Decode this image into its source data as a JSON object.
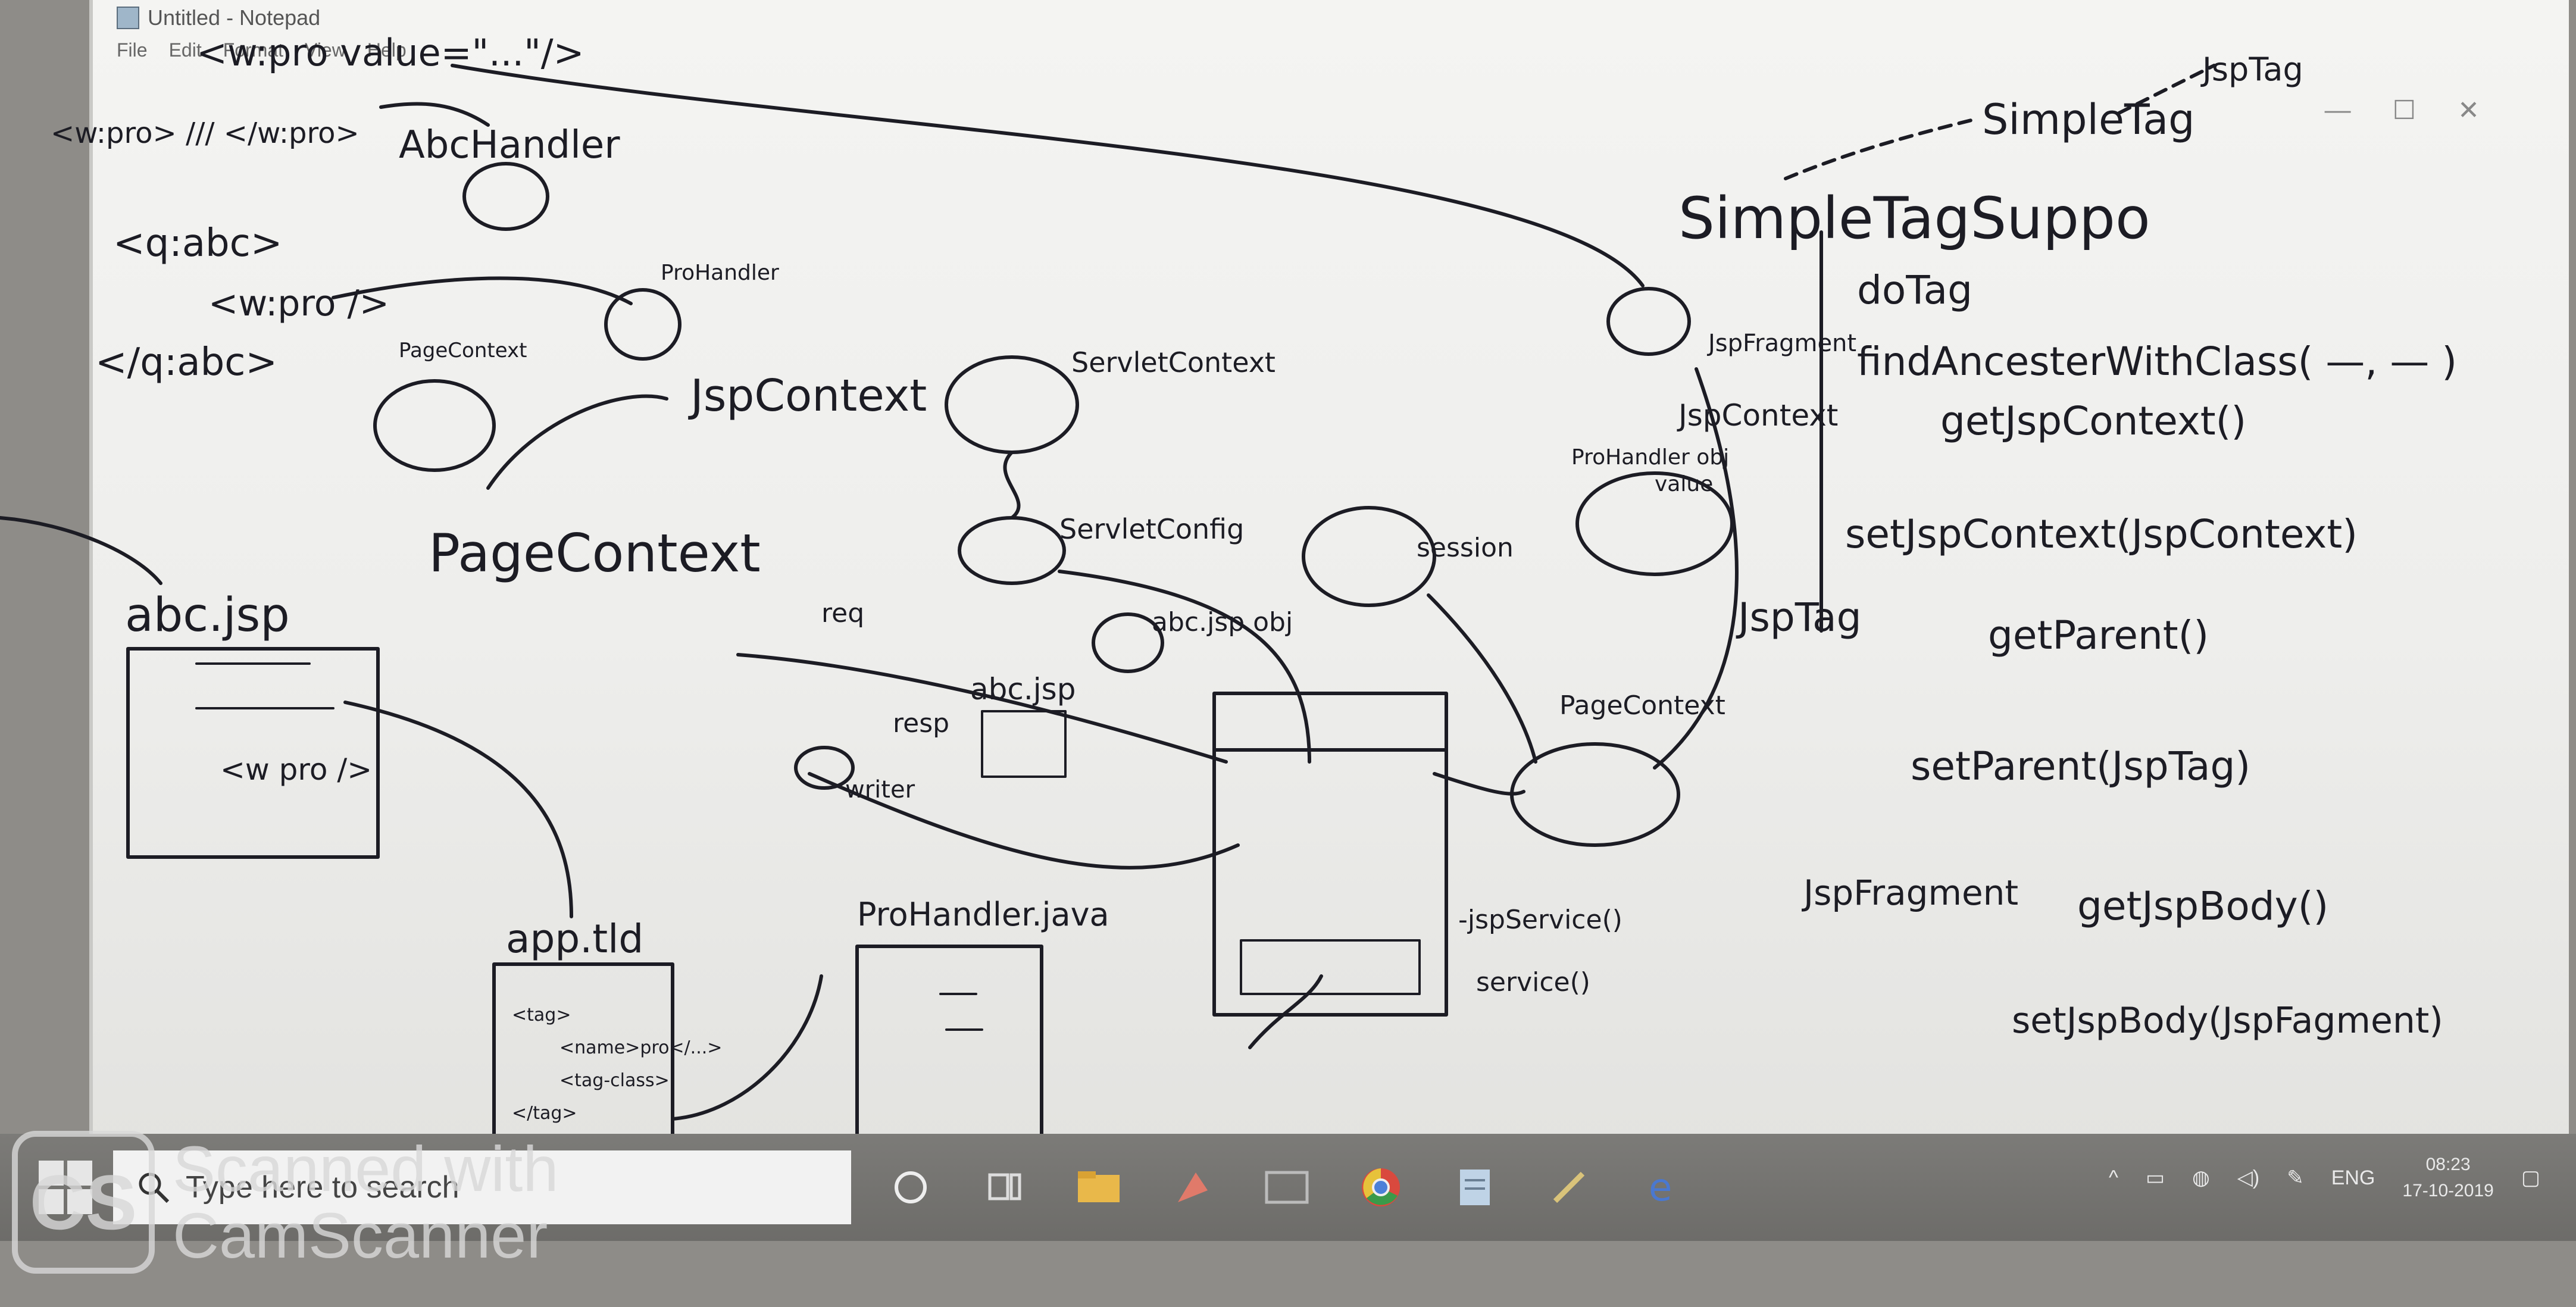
{
  "window": {
    "title": "Untitled - Notepad",
    "menu": [
      "File",
      "Edit",
      "Format",
      "View",
      "Help"
    ],
    "controls": [
      "—",
      "☐",
      "✕"
    ]
  },
  "whiteboard": {
    "tags": {
      "wpro_value": "<w:pro value=\"...\"/>",
      "wpro_open_close": "<w:pro> /// </w:pro>",
      "q_abc_open": "<q:abc>",
      "wpro_self": "<w:pro />",
      "q_abc_close": "</q:abc>"
    },
    "handlers": {
      "abc_handler": "AbcHandler",
      "pro_handler": "ProHandler",
      "page_context_small": "PageContext",
      "jsp_context": "JspContext",
      "page_context": "PageContext"
    },
    "files": {
      "abc_jsp": "abc.jsp",
      "abc_jsp_code": "<w pro />",
      "app_tld": "app.tld",
      "tld_lines": [
        "<tag>",
        "<name>pro</...>",
        "<tag-class>",
        "</tag>"
      ],
      "pro_handler_java": "ProHandler.java"
    },
    "runtime": {
      "servlet_context": "ServletContext",
      "servlet_config": "ServletConfig",
      "session": "session",
      "req": "req",
      "resp": "resp",
      "writer": "writer",
      "abc_jsp_obj": "abc.jsp obj",
      "abc_jsp_doc": "abc.jsp",
      "page_context_obj": "PageContext",
      "pro_handler_obj": "ProHandler obj",
      "value": "value",
      "jsp_service": "-jspService()",
      "service": "service()"
    },
    "simple_tag": {
      "jsp_tag_top": "JspTag",
      "simple_tag": "SimpleTag",
      "simple_tag_support": "SimpleTagSuppo",
      "do_tag": "doTag",
      "jsp_fragment_field": "JspFragment",
      "find_ancestor": "findAncesterWithClass( —, — )",
      "jsp_context_field": "JspContext",
      "get_jsp_context": "getJspContext()",
      "set_jsp_context": "setJspContext(JspContext)",
      "jsp_tag_field": "JspTag",
      "get_parent": "getParent()",
      "set_parent": "setParent(JspTag)",
      "jsp_fragment_label": "JspFragment",
      "get_jsp_body": "getJspBody()",
      "set_jsp_body": "setJspBody(JspFagment)"
    }
  },
  "taskbar": {
    "search_placeholder": "Type here to search",
    "apps": [
      "cortana-icon",
      "task-view-icon",
      "file-explorer-icon",
      "paint-icon",
      "window-icon",
      "chrome-icon",
      "notepad-icon",
      "pen-tool-icon",
      "edge-icon"
    ],
    "language": "ENG",
    "time": "08:23",
    "date": "17-10-2019"
  },
  "watermark": {
    "logo": "CS",
    "line1": "Scanned with",
    "line2": "CamScanner"
  }
}
